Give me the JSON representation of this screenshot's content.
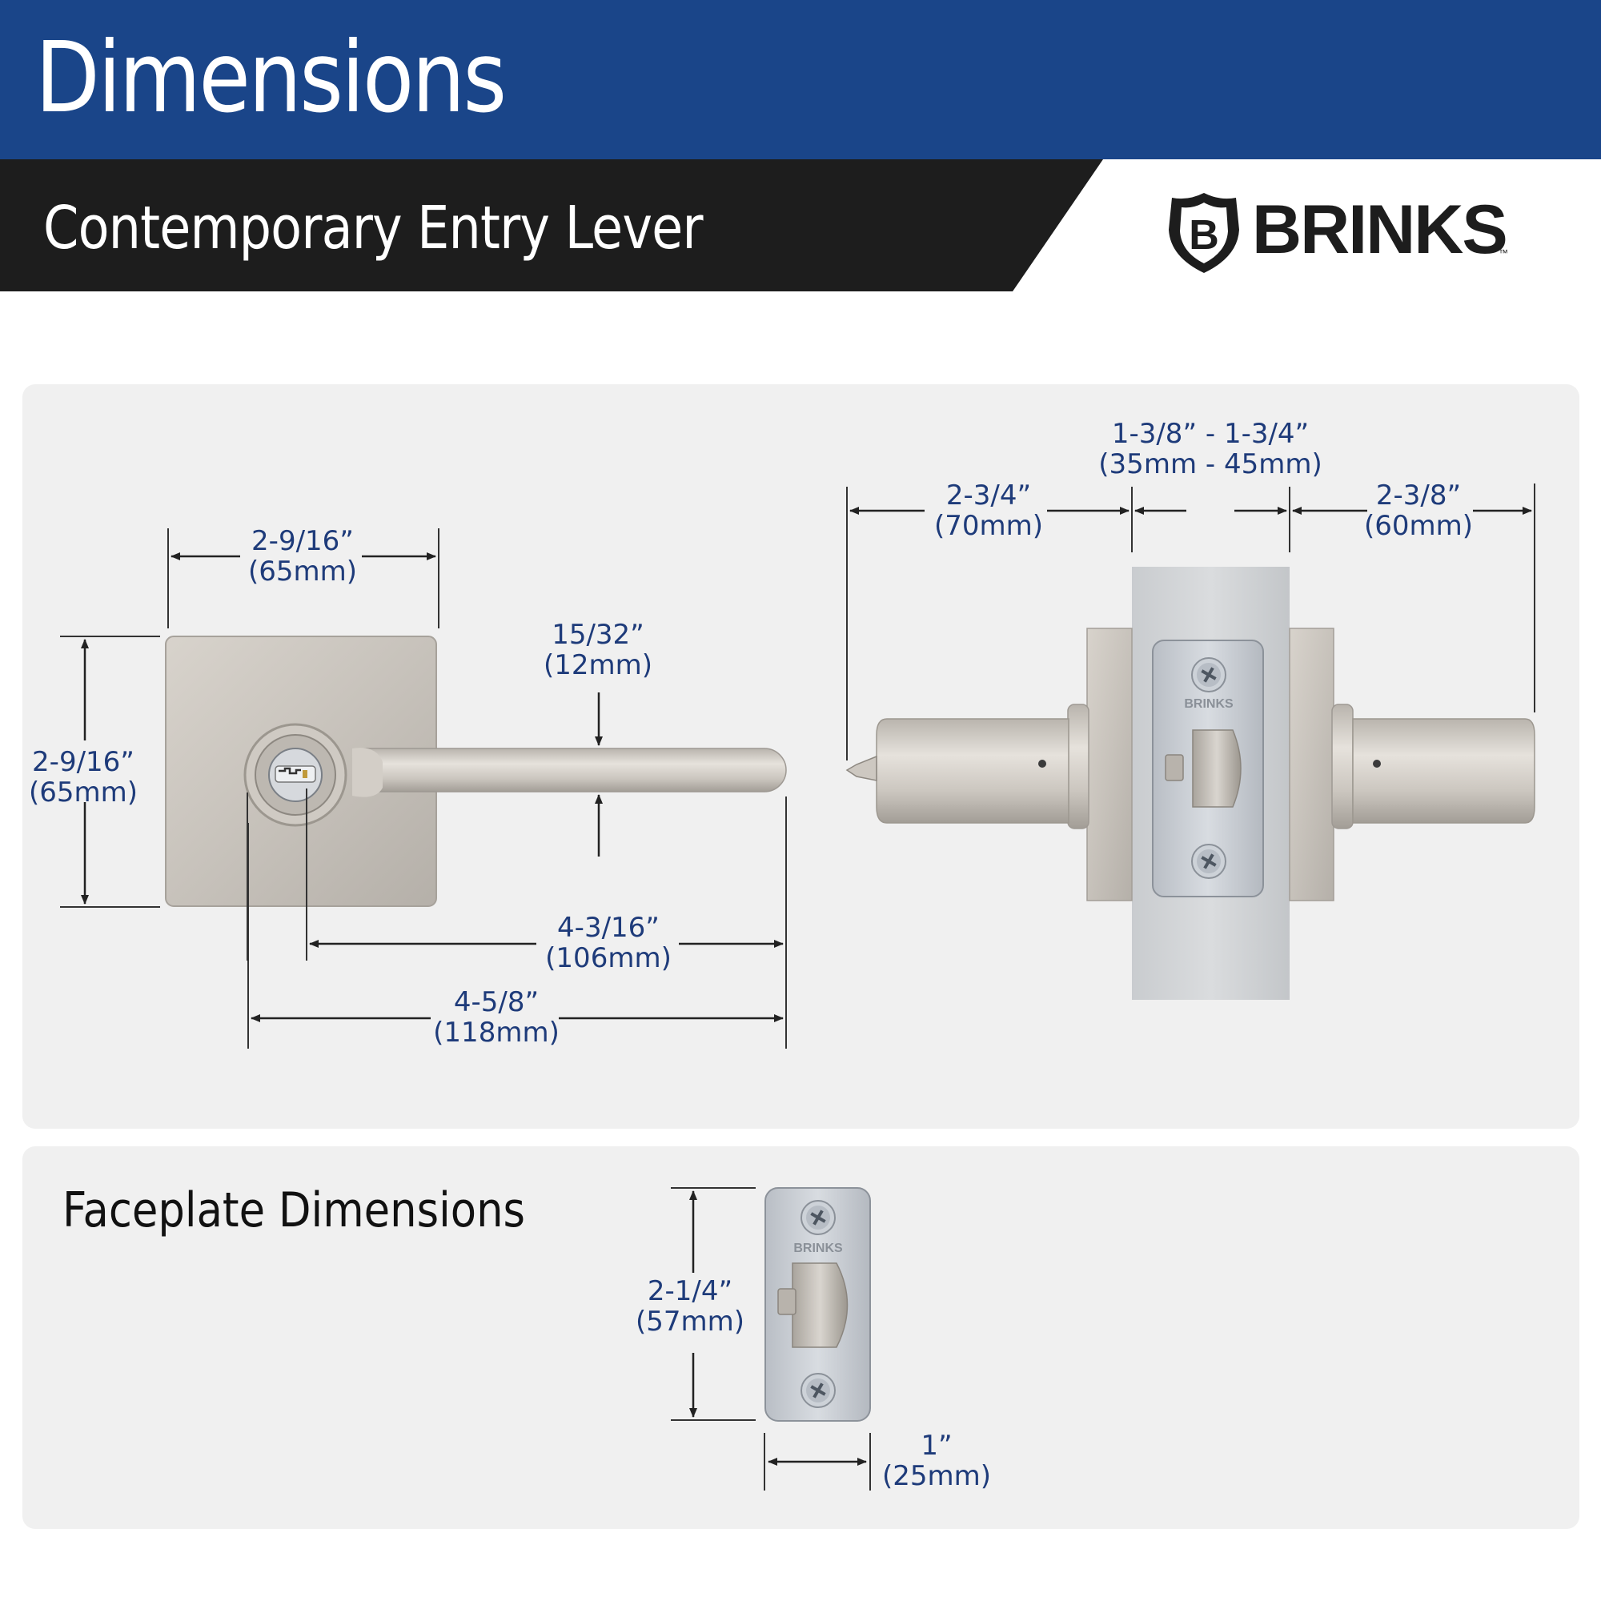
{
  "header": {
    "title": "Dimensions"
  },
  "subheader": {
    "title": "Contemporary Entry Lever"
  },
  "brand": {
    "name": "BRINKS",
    "trademark": "™",
    "shield_letter": "B",
    "plate_text": "BRINKS"
  },
  "colors": {
    "header_blue": "#1a4589",
    "banner_dark": "#1d1d1d",
    "panel_gray": "#f0f0f0",
    "dimension_text": "#1e3b7a",
    "satin_nickel": "#cfcac3"
  },
  "faceplate": {
    "title": "Faceplate Dimensions"
  },
  "dimensions": {
    "rose_width": {
      "imperial": "2-9/16”",
      "metric": "(65mm)"
    },
    "rose_height": {
      "imperial": "2-9/16”",
      "metric": "(65mm)"
    },
    "lever_thickness": {
      "imperial": "15/32”",
      "metric": "(12mm)"
    },
    "key_to_lever_end": {
      "imperial": "4-3/16”",
      "metric": "(106mm)"
    },
    "overall_lever_length": {
      "imperial": "4-5/8”",
      "metric": "(118mm)"
    },
    "door_thickness": {
      "imperial": "1-3/8” - 1-3/4”",
      "metric": "(35mm - 45mm)"
    },
    "exterior_projection": {
      "imperial": "2-3/4”",
      "metric": "(70mm)"
    },
    "interior_projection": {
      "imperial": "2-3/8”",
      "metric": "(60mm)"
    },
    "faceplate_height": {
      "imperial": "2-1/4”",
      "metric": "(57mm)"
    },
    "faceplate_width": {
      "imperial": "1”",
      "metric": "(25mm)"
    }
  },
  "icons": [
    "shield-b-icon",
    "key-icon",
    "phillips-screw-icon",
    "arrow-icon"
  ]
}
